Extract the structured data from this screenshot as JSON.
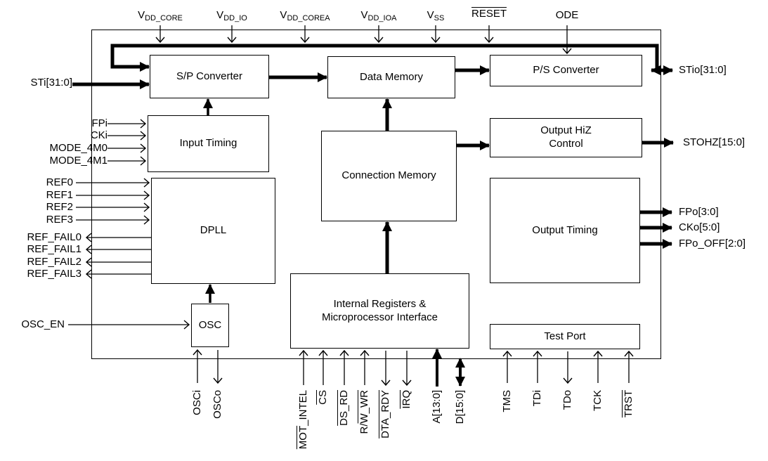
{
  "blocks": {
    "sp_converter": {
      "label": "S/P Converter"
    },
    "data_memory": {
      "label": "Data Memory"
    },
    "ps_converter": {
      "label": "P/S Converter"
    },
    "input_timing": {
      "label": "Input Timing"
    },
    "connection_memory": {
      "label": "Connection Memory"
    },
    "output_hiz": {
      "label": "Output HiZ\nControl"
    },
    "dpll": {
      "label": "DPLL"
    },
    "output_timing": {
      "label": "Output Timing"
    },
    "osc": {
      "label": "OSC"
    },
    "internal_registers": {
      "label": "Internal Registers &\nMicroprocessor Interface"
    },
    "test_port": {
      "label": "Test Port"
    }
  },
  "pins": {
    "top": {
      "vdd_core": {
        "parts": [
          {
            "t": "V"
          },
          {
            "t": "DD_CORE",
            "sub": true
          }
        ],
        "direction": "in"
      },
      "vdd_io": {
        "parts": [
          {
            "t": "V"
          },
          {
            "t": "DD_IO",
            "sub": true
          }
        ],
        "direction": "in"
      },
      "vdd_corea": {
        "parts": [
          {
            "t": "V"
          },
          {
            "t": "DD_COREA",
            "sub": true
          }
        ],
        "direction": "in"
      },
      "vdd_ioa": {
        "parts": [
          {
            "t": "V"
          },
          {
            "t": "DD_IOA",
            "sub": true
          }
        ],
        "direction": "in"
      },
      "vss": {
        "parts": [
          {
            "t": "V"
          },
          {
            "t": "SS",
            "sub": true
          }
        ],
        "direction": "in"
      },
      "reset": {
        "parts": [
          {
            "t": "RESET",
            "over": true
          }
        ],
        "direction": "in"
      },
      "ode": {
        "parts": [
          {
            "t": "ODE"
          }
        ],
        "direction": "in"
      }
    },
    "left": {
      "sti": {
        "parts": [
          {
            "t": "STi[31:0]"
          }
        ],
        "direction": "in",
        "bus": true
      },
      "fpi": {
        "parts": [
          {
            "t": "FPi"
          }
        ],
        "direction": "in"
      },
      "cki": {
        "parts": [
          {
            "t": "CKi"
          }
        ],
        "direction": "in"
      },
      "mode_4m0": {
        "parts": [
          {
            "t": "MODE_4M0"
          }
        ],
        "direction": "in"
      },
      "mode_4m1": {
        "parts": [
          {
            "t": "MODE_4M1"
          }
        ],
        "direction": "in"
      },
      "ref0": {
        "parts": [
          {
            "t": "REF0"
          }
        ],
        "direction": "in"
      },
      "ref1": {
        "parts": [
          {
            "t": "REF1"
          }
        ],
        "direction": "in"
      },
      "ref2": {
        "parts": [
          {
            "t": "REF2"
          }
        ],
        "direction": "in"
      },
      "ref3": {
        "parts": [
          {
            "t": "REF3"
          }
        ],
        "direction": "in"
      },
      "ref_fail0": {
        "parts": [
          {
            "t": "REF_FAIL0"
          }
        ],
        "direction": "out"
      },
      "ref_fail1": {
        "parts": [
          {
            "t": "REF_FAIL1"
          }
        ],
        "direction": "out"
      },
      "ref_fail2": {
        "parts": [
          {
            "t": "REF_FAIL2"
          }
        ],
        "direction": "out"
      },
      "ref_fail3": {
        "parts": [
          {
            "t": "REF_FAIL3"
          }
        ],
        "direction": "out"
      },
      "osc_en": {
        "parts": [
          {
            "t": "OSC_EN"
          }
        ],
        "direction": "in"
      }
    },
    "right": {
      "stio": {
        "parts": [
          {
            "t": "STio[31:0]"
          }
        ],
        "direction": "bidir",
        "bus": true
      },
      "stohz": {
        "parts": [
          {
            "t": "STOHZ[15:0]"
          }
        ],
        "direction": "out",
        "bus": true
      },
      "fpo": {
        "parts": [
          {
            "t": "FPo[3:0]"
          }
        ],
        "direction": "out",
        "bus": true
      },
      "cko": {
        "parts": [
          {
            "t": "CKo[5:0]"
          }
        ],
        "direction": "out",
        "bus": true
      },
      "fpo_off": {
        "parts": [
          {
            "t": "FPo_OFF[2:0]"
          }
        ],
        "direction": "out",
        "bus": true
      }
    },
    "bottom": {
      "osci": {
        "parts": [
          {
            "t": "OSCi"
          }
        ],
        "direction": "in"
      },
      "osco": {
        "parts": [
          {
            "t": "OSCo"
          }
        ],
        "direction": "out"
      },
      "mot_intel": {
        "parts": [
          {
            "t": "MOT",
            "over": true
          },
          {
            "t": "_INTEL"
          }
        ],
        "direction": "in"
      },
      "cs": {
        "parts": [
          {
            "t": "CS",
            "over": true
          }
        ],
        "direction": "in"
      },
      "ds_rd": {
        "parts": [
          {
            "t": "DS_RD",
            "over": true
          }
        ],
        "direction": "in"
      },
      "rw_wr": {
        "parts": [
          {
            "t": "R/"
          },
          {
            "t": "W_WR",
            "over": true
          }
        ],
        "direction": "in"
      },
      "dta_rdy": {
        "parts": [
          {
            "t": "DTA_RDY",
            "over": true
          }
        ],
        "direction": "out"
      },
      "irq": {
        "parts": [
          {
            "t": "IRQ",
            "over": true
          }
        ],
        "direction": "out"
      },
      "a_bus": {
        "parts": [
          {
            "t": "A[13:0]"
          }
        ],
        "direction": "in",
        "bus": true
      },
      "d_bus": {
        "parts": [
          {
            "t": "D[15:0]"
          }
        ],
        "direction": "bidir",
        "bus": true
      },
      "tms": {
        "parts": [
          {
            "t": "TMS"
          }
        ],
        "direction": "in"
      },
      "tdi": {
        "parts": [
          {
            "t": "TDi"
          }
        ],
        "direction": "in"
      },
      "tdo": {
        "parts": [
          {
            "t": "TDo"
          }
        ],
        "direction": "out"
      },
      "tck": {
        "parts": [
          {
            "t": "TCK"
          }
        ],
        "direction": "in"
      },
      "trst": {
        "parts": [
          {
            "t": "TRST",
            "over": true
          }
        ],
        "direction": "in"
      }
    }
  },
  "colors": {
    "line": "#000000",
    "background": "#ffffff"
  }
}
